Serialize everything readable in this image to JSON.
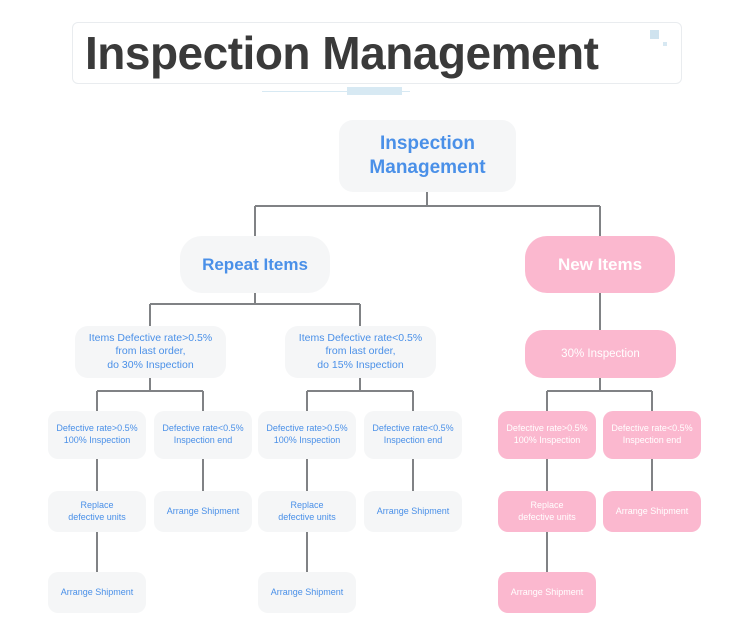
{
  "header": {
    "title": "Inspection Management",
    "accent_color": "#cfe3ef",
    "rule_color": "#d7e9f3"
  },
  "theme": {
    "blue_text": "#4a90e8",
    "blue_fill": "#f5f6f7",
    "pink_fill": "#fbb8cf",
    "pink_text": "#ffffff",
    "connector_color": "#808285"
  },
  "chart_data": {
    "type": "diagram",
    "title": "Inspection Management",
    "root": "Inspection\nManagement",
    "branches": [
      "Repeat Items",
      "New Items"
    ]
  },
  "nodes": {
    "root": "Inspection\nManagement",
    "repeat_items": "Repeat Items",
    "new_items": "New Items",
    "repeat_high": "Items Defective rate>0.5%\nfrom last order,\ndo 30% Inspection",
    "repeat_low": "Items Defective rate<0.5%\nfrom last order,\ndo 15% Inspection",
    "new_30": "30% Inspection",
    "a_high": "Defective rate>0.5%\n100% Inspection",
    "a_low": "Defective rate<0.5%\nInspection end",
    "b_high": "Defective rate>0.5%\n100% Inspection",
    "b_low": "Defective rate<0.5%\nInspection end",
    "c_high": "Defective rate>0.5%\n100% Inspection",
    "c_low": "Defective rate<0.5%\nInspection end",
    "a_replace": "Replace\ndefective units",
    "a_arrange1": "Arrange Shipment",
    "b_replace": "Replace\ndefective units",
    "b_arrange1": "Arrange Shipment",
    "c_replace": "Replace\ndefective units",
    "c_arrange1": "Arrange Shipment",
    "a_arrange2": "Arrange Shipment",
    "b_arrange2": "Arrange Shipment",
    "c_arrange2": "Arrange Shipment"
  }
}
